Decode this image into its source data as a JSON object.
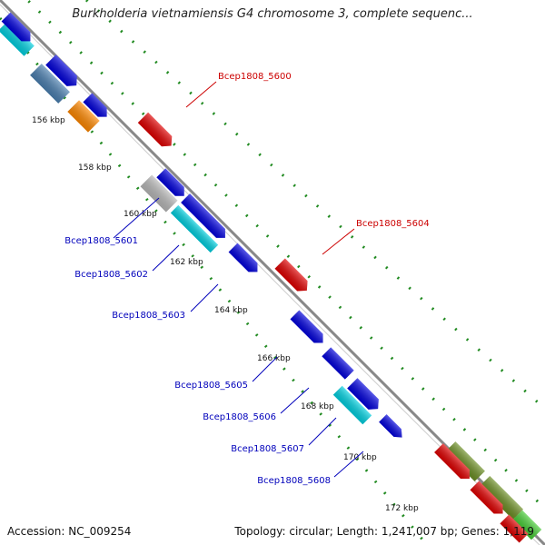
{
  "title": "Burkholderia vietnamiensis G4 chromosome 3, complete sequenc...",
  "footer": {
    "accession": "Accession: NC_009254",
    "summary": "Topology: circular; Length: 1,241,007 bp; Genes: 1,119"
  },
  "scale_labels": [
    "156 kbp",
    "158 kbp",
    "160 kbp",
    "162 kbp",
    "164 kbp",
    "166 kbp",
    "168 kbp",
    "170 kbp",
    "172 kbp"
  ],
  "gene_labels": [
    {
      "text": "Bcep1808_5600",
      "color": "#cc0000"
    },
    {
      "text": "Bcep1808_5604",
      "color": "#cc0000"
    },
    {
      "text": "Bcep1808_5601",
      "color": "#0000bb"
    },
    {
      "text": "Bcep1808_5602",
      "color": "#0000bb"
    },
    {
      "text": "Bcep1808_5603",
      "color": "#0000bb"
    },
    {
      "text": "Bcep1808_5605",
      "color": "#0000bb"
    },
    {
      "text": "Bcep1808_5606",
      "color": "#0000bb"
    },
    {
      "text": "Bcep1808_5607",
      "color": "#0000bb"
    },
    {
      "text": "Bcep1808_5608",
      "color": "#0000bb"
    }
  ],
  "colors": {
    "blue": "#0000dd",
    "cyan": "#00d0e0",
    "red": "#e00000",
    "orange": "#ff8800",
    "gray": "#b8b8b8",
    "steel": "#4a7fb0",
    "olive": "#6b8e23",
    "green": "#44cc33",
    "dots": "#228b22",
    "backbone": "#888888"
  }
}
